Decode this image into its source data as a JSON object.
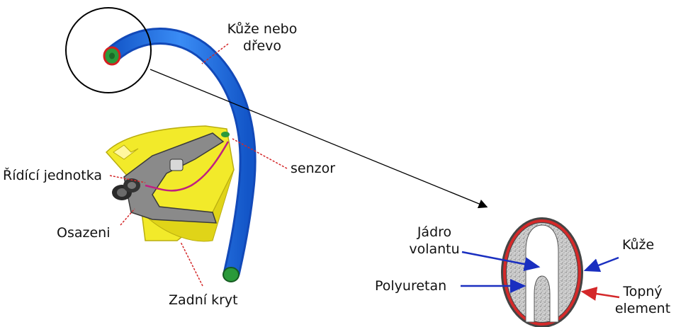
{
  "labels": {
    "skin_or_wood_line1": "Kůže nebo",
    "skin_or_wood_line2": "dřevo",
    "sensor": "senzor",
    "control_unit": "Řídící jednotka",
    "fitting": "Osazeni",
    "back_cover": "Zadní kryt",
    "core_line1": "Jádro",
    "core_line2": "volantu",
    "polyurethane": "Polyuretan",
    "skin": "Kůže",
    "heating_line1": "Topný",
    "heating_line2": "element"
  },
  "colors": {
    "wheel_rim": "#1e6fe0",
    "rim_end": "#2a9a3a",
    "rim_end_ring": "#d42020",
    "airbag_cover": "#f2ea2a",
    "mechanism": "#7a7a7a",
    "wire": "#c02080",
    "section_fill": "#c8c8c8",
    "heating_ring": "#d42a2a",
    "core": "#ffffff",
    "pointer_blue": "#1a2fc0",
    "pointer_red": "#d4282a"
  },
  "icons": [
    "zoom-circle",
    "steering-wheel-illustration",
    "cross-section-illustration"
  ]
}
